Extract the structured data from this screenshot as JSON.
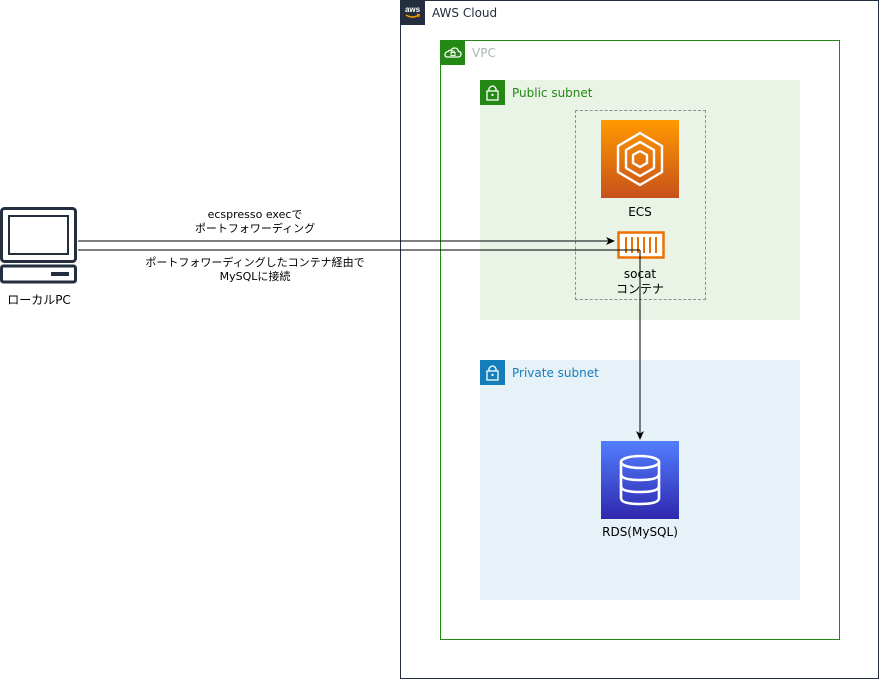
{
  "groups": {
    "aws_cloud": {
      "label": "AWS Cloud",
      "border_color": "#232f3e"
    },
    "vpc": {
      "label": "VPC",
      "border_color": "#248814"
    },
    "public_subnet": {
      "label": "Public subnet",
      "fill": "#e9f3e6",
      "accent": "#248814"
    },
    "private_subnet": {
      "label": "Private subnet",
      "fill": "#e6f2f8",
      "accent": "#147eba"
    }
  },
  "nodes": {
    "ecs": {
      "label": "ECS",
      "icon": "ecs-icon",
      "color": "#ed7100"
    },
    "container": {
      "label_line1": "socat",
      "label_line2": "コンテナ",
      "icon": "container-icon",
      "color": "#ed7100"
    },
    "rds": {
      "label": "RDS(MySQL)",
      "icon": "database-icon",
      "color": "#3b48cc"
    },
    "local_pc": {
      "label": "ローカルPC",
      "icon": "laptop-icon"
    }
  },
  "edges": {
    "port_forward": {
      "label_line1": "ecspresso execで",
      "label_line2": "ポートフォワーディング"
    },
    "mysql_connect": {
      "label_line1": "ポートフォワーディングしたコンテナ経由で",
      "label_line2": "MySQLに接続"
    }
  }
}
